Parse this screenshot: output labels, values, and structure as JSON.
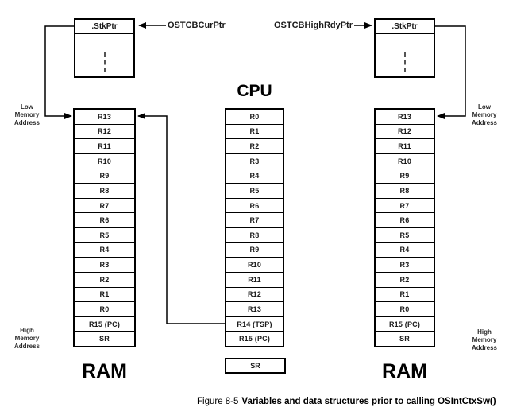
{
  "diagram": {
    "caption": {
      "prefix": "Figure 8-5",
      "title": "Variables and data structures prior to calling OSIntCtxSw()"
    },
    "pointers": {
      "cur_label": "OSTCBCurPtr",
      "high_rdy_label": "OSTCBHighRdyPtr"
    },
    "tcb_left": {
      "stk_ptr_label": ".StkPtr"
    },
    "tcb_right": {
      "stk_ptr_label": ".StkPtr"
    },
    "cpu": {
      "title": "CPU",
      "registers": [
        "R0",
        "R1",
        "R2",
        "R3",
        "R4",
        "R5",
        "R6",
        "R7",
        "R8",
        "R9",
        "R10",
        "R11",
        "R12",
        "R13",
        "R14 (TSP)",
        "R15 (PC)"
      ],
      "status_register": "SR"
    },
    "ram_left": {
      "title": "RAM",
      "low_label": "Low Memory Address",
      "high_label": "High Memory Address",
      "cells": [
        "R13",
        "R12",
        "R11",
        "R10",
        "R9",
        "R8",
        "R7",
        "R6",
        "R5",
        "R4",
        "R3",
        "R2",
        "R1",
        "R0",
        "R15 (PC)",
        "SR"
      ]
    },
    "ram_right": {
      "title": "RAM",
      "low_label": "Low Memory Address",
      "high_label": "High Memory Address",
      "cells": [
        "R13",
        "R12",
        "R11",
        "R10",
        "R9",
        "R8",
        "R7",
        "R6",
        "R5",
        "R4",
        "R3",
        "R2",
        "R1",
        "R0",
        "R15 (PC)",
        "SR"
      ]
    },
    "colors": {
      "line": "#000000",
      "background": "#ffffff"
    }
  }
}
